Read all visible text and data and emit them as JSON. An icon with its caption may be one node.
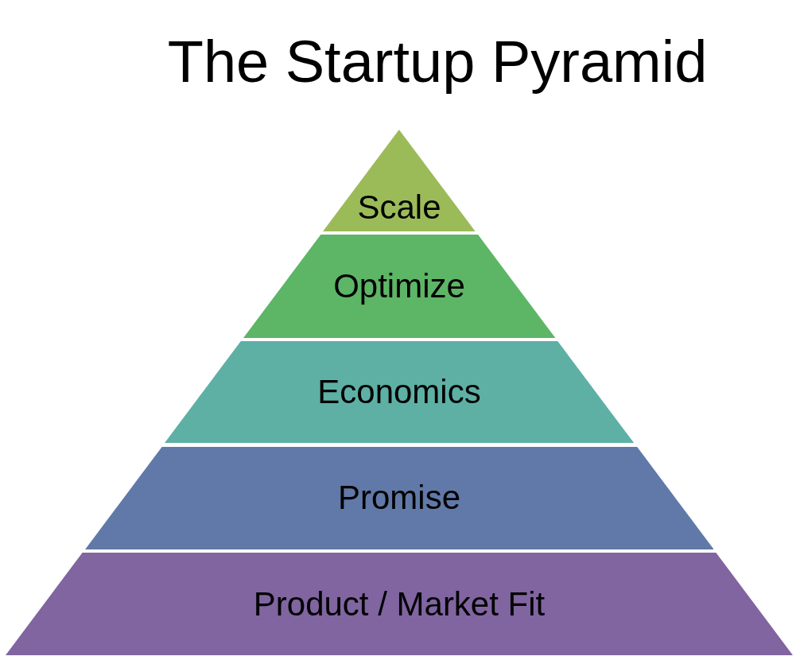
{
  "diagram": {
    "title": "The Startup Pyramid",
    "nodes": [
      {
        "text": [
          "Scale"
        ]
      },
      {
        "text": [
          "Optimize"
        ]
      },
      {
        "text": [
          "Economics"
        ]
      },
      {
        "text": [
          "Promise"
        ]
      },
      {
        "text": [
          "Product / Market Fit"
        ]
      }
    ]
  }
}
